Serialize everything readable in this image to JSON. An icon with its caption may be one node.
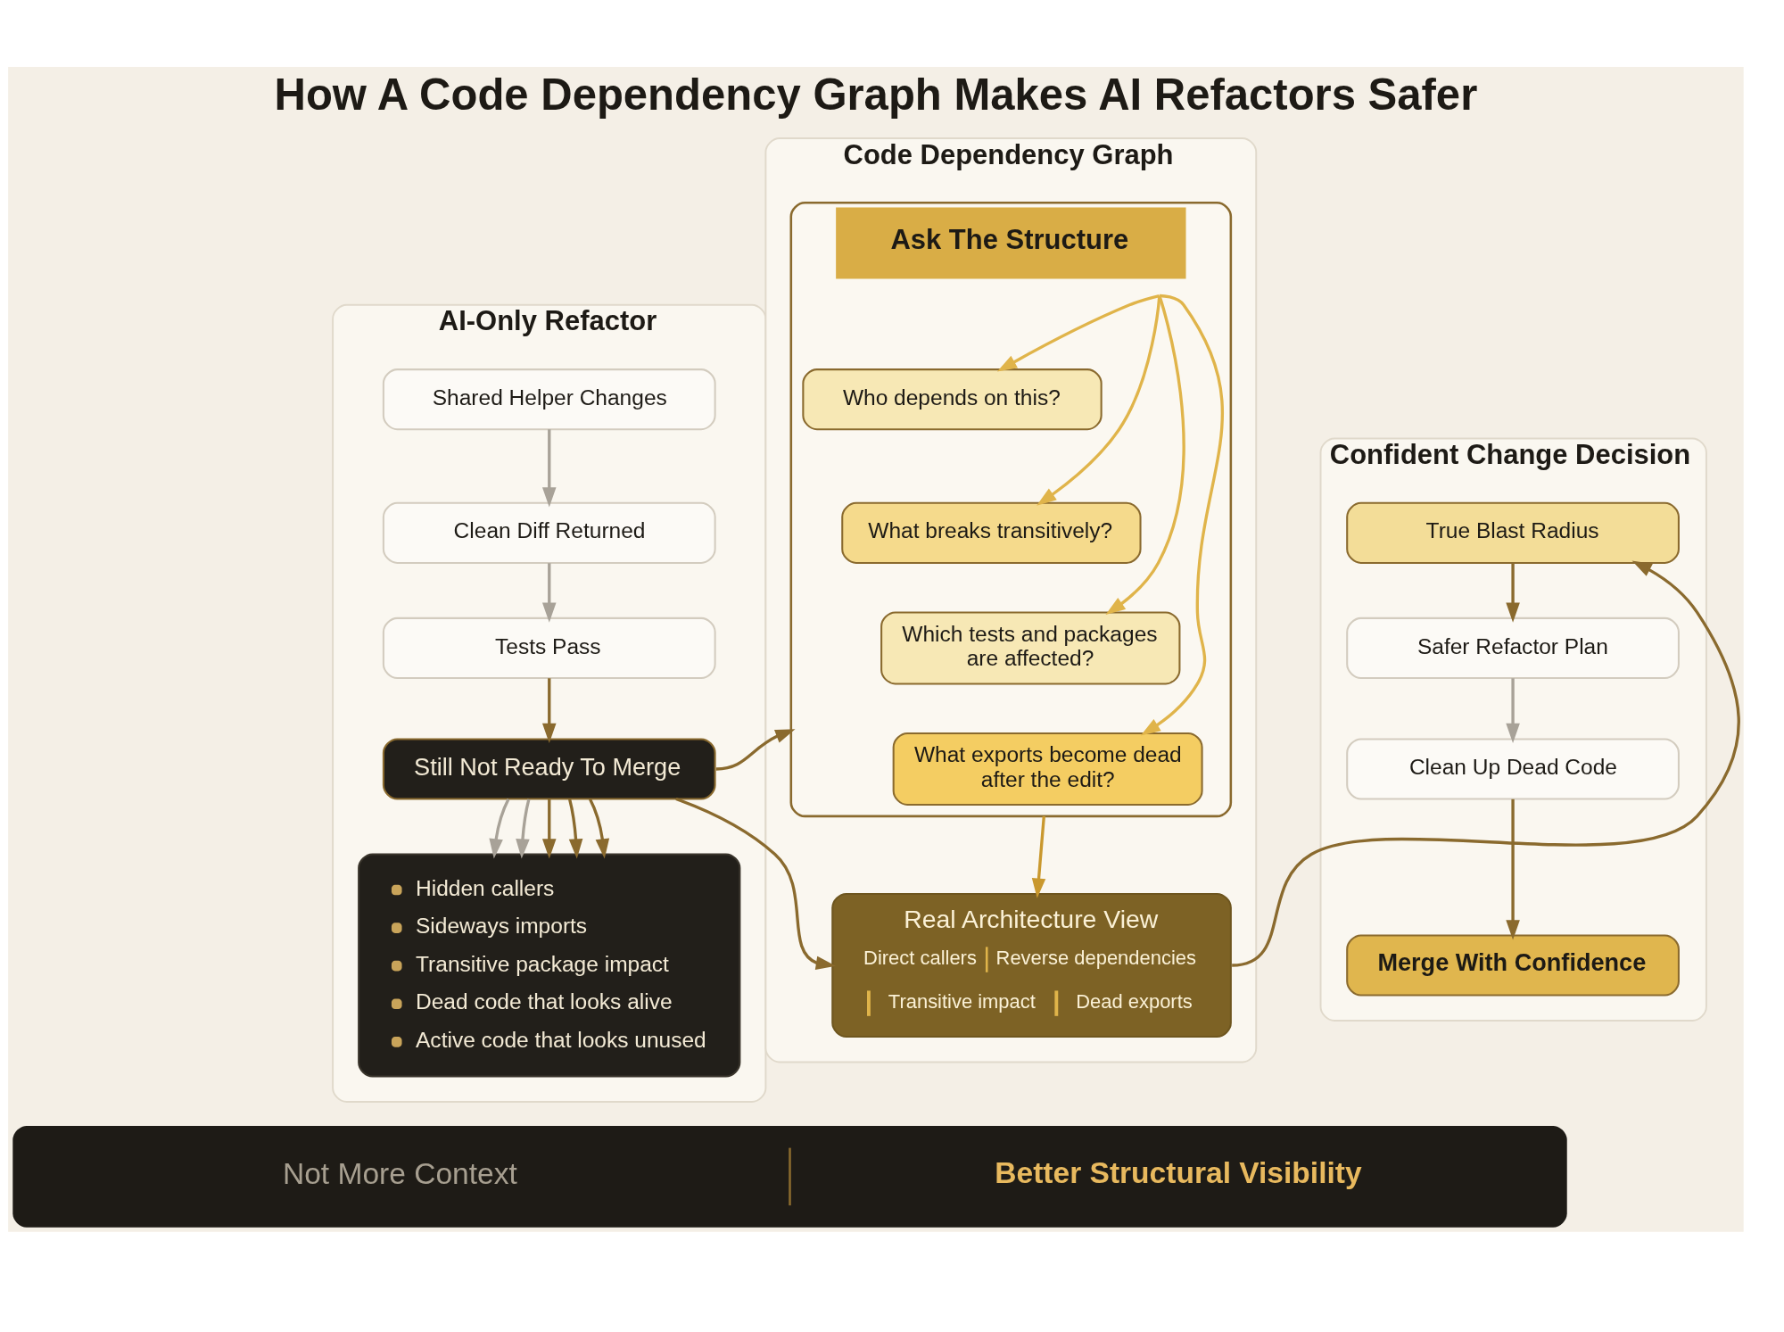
{
  "diagram": {
    "title": "How A Code Dependency Graph Makes AI Refactors Safer",
    "nodes": [
      {
        "text": [
          "AI-Only Refactor"
        ]
      },
      {
        "text": [
          "Shared Helper Changes"
        ],
        "in": 0
      },
      {
        "text": [
          "Clean Diff Returned"
        ],
        "in": 0
      },
      {
        "text": [
          "Tests Pass"
        ],
        "in": 0
      },
      {
        "text": [
          "Still Not Ready To Merge"
        ],
        "in": 0
      },
      {
        "text": [
          "Hidden callers",
          "Sideways imports",
          "Transitive package impact",
          "Dead code that looks alive",
          "Active code that looks unused"
        ],
        "in": 0
      },
      {
        "text": [
          "Code Dependency Graph"
        ]
      },
      {
        "text": [
          "Ask The Structure"
        ],
        "in": 6
      },
      {
        "text": [
          "Who depends on this?"
        ],
        "in": 7
      },
      {
        "text": [
          "What breaks transitively?"
        ],
        "in": 7
      },
      {
        "text": [
          "Which tests and packages are affected?"
        ],
        "in": 7
      },
      {
        "text": [
          "What exports become dead after the edit?"
        ],
        "in": 7
      },
      {
        "text": [
          "Real Architecture View",
          "Direct callers",
          "Reverse dependencies",
          "Transitive impact",
          "Dead exports"
        ],
        "in": 6
      },
      {
        "text": [
          "Confident Change Decision"
        ]
      },
      {
        "text": [
          "True Blast Radius"
        ],
        "in": 13
      },
      {
        "text": [
          "Safer Refactor Plan"
        ],
        "in": 13
      },
      {
        "text": [
          "Clean Up Dead Code"
        ],
        "in": 13
      },
      {
        "text": [
          "Merge With Confidence"
        ],
        "in": 13
      },
      {
        "text": [
          "Not More Context",
          "Better Structural Visibility"
        ]
      }
    ],
    "edges": [
      {
        "from": 1,
        "to": 2,
        "arrow": "to",
        "color": "#a8a298"
      },
      {
        "from": 2,
        "to": 3,
        "arrow": "to",
        "color": "#a8a298"
      },
      {
        "from": 3,
        "to": 4,
        "arrow": "to"
      },
      {
        "from": 4,
        "to": 7,
        "arrow": "to"
      },
      {
        "from": 4,
        "to": 5,
        "arrow": "to",
        "color": "#a8a298"
      },
      {
        "from": 4,
        "to": 5,
        "arrow": "to",
        "color": "#a8a298"
      },
      {
        "from": 4,
        "to": 5,
        "arrow": "to"
      },
      {
        "from": 4,
        "to": 5,
        "arrow": "to"
      },
      {
        "from": 4,
        "to": 5,
        "arrow": "to"
      },
      {
        "from": 4,
        "to": 12,
        "arrow": "to"
      },
      {
        "from": 7,
        "to": 8,
        "arrow": "to",
        "color": "#e0b44a"
      },
      {
        "from": 7,
        "to": 9,
        "arrow": "to",
        "color": "#e0b44a"
      },
      {
        "from": 7,
        "to": 10,
        "arrow": "to",
        "color": "#e0b44a"
      },
      {
        "from": 7,
        "to": 11,
        "arrow": "to",
        "color": "#e0b44a"
      },
      {
        "from": 7,
        "to": 12,
        "arrow": "to",
        "color": "#c9982e"
      },
      {
        "from": 12,
        "to": 14,
        "arrow": "to"
      },
      {
        "from": 14,
        "to": 15,
        "arrow": "to"
      },
      {
        "from": 15,
        "to": 16,
        "arrow": "to",
        "color": "#a8a298"
      },
      {
        "from": 16,
        "to": 17,
        "arrow": "to"
      }
    ]
  }
}
